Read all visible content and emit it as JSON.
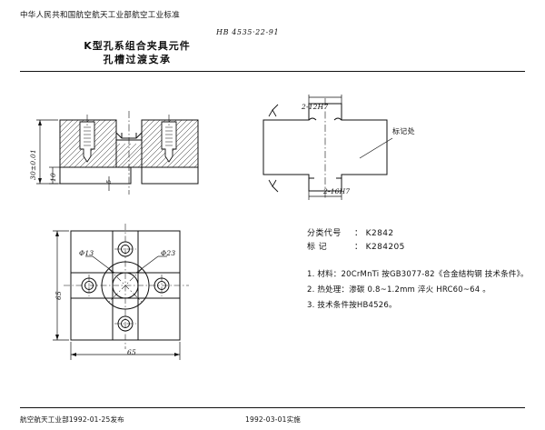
{
  "header": {
    "organization": "中华人民共和国航空航天工业部航空工业标准",
    "standard_number": "HB 4535·22-91",
    "title_line1": "K型孔系组合夹具元件",
    "title_line2": "孔槽过渡支承"
  },
  "views": {
    "section_view": {
      "name": "front-section-view",
      "dim_overall_height": "30±0.01",
      "dim_inner_height": "10",
      "dim_step": "5"
    },
    "top_view": {
      "name": "top-view",
      "label_upper_hole": "2-12H7",
      "label_lower_hole": "2-16H7",
      "label_mark_location": "标记处",
      "surface_finish_upper": "▽",
      "surface_finish_lower": "▽"
    },
    "plan_view": {
      "name": "bottom-plan-view",
      "dim_width": "65",
      "dim_height": "65",
      "label_small_hole": "Φ13",
      "label_large_hole": "Φ23"
    }
  },
  "classification": {
    "category_label": "分类代号",
    "category_value": "K2842",
    "mark_label": "标    记",
    "mark_value": "K284205"
  },
  "notes": [
    "1. 材料：20CrMnTi 按GB3077-82《合金结构钢 技术条件》。",
    "2. 热处理：渗碳 0.8~1.2mm 淬火 HRC60~64 。",
    "3. 技术条件按HB4526。"
  ],
  "footer": {
    "issuer": "航空航天工业部1992-01-25发布",
    "effective": "1992-03-01实施"
  }
}
